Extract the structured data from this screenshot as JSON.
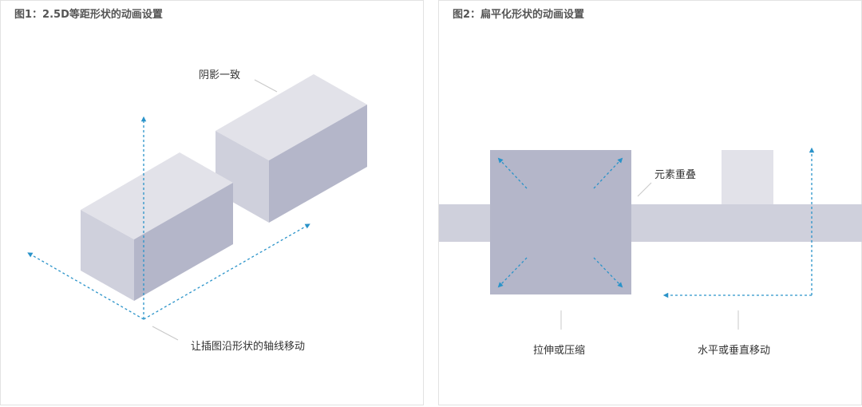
{
  "panel1": {
    "title": "图1：2.5D等距形状的动画设置",
    "label_shadow": "阴影一致",
    "label_axis": "让插图沿形状的轴线移动"
  },
  "panel2": {
    "title": "图2：扁平化形状的动画设置",
    "label_overlap": "元素重叠",
    "label_scale": "拉伸或压缩",
    "label_move": "水平或垂直移动"
  },
  "colors": {
    "box_top": "#e2e2e9",
    "box_left": "#cfd0dc",
    "box_right": "#b4b6c9",
    "band": "#cfd0dc",
    "square": "#b4b6c9",
    "small_box": "#e2e2e9",
    "arrow": "#2a93c9",
    "leader": "#c8c8c8"
  }
}
